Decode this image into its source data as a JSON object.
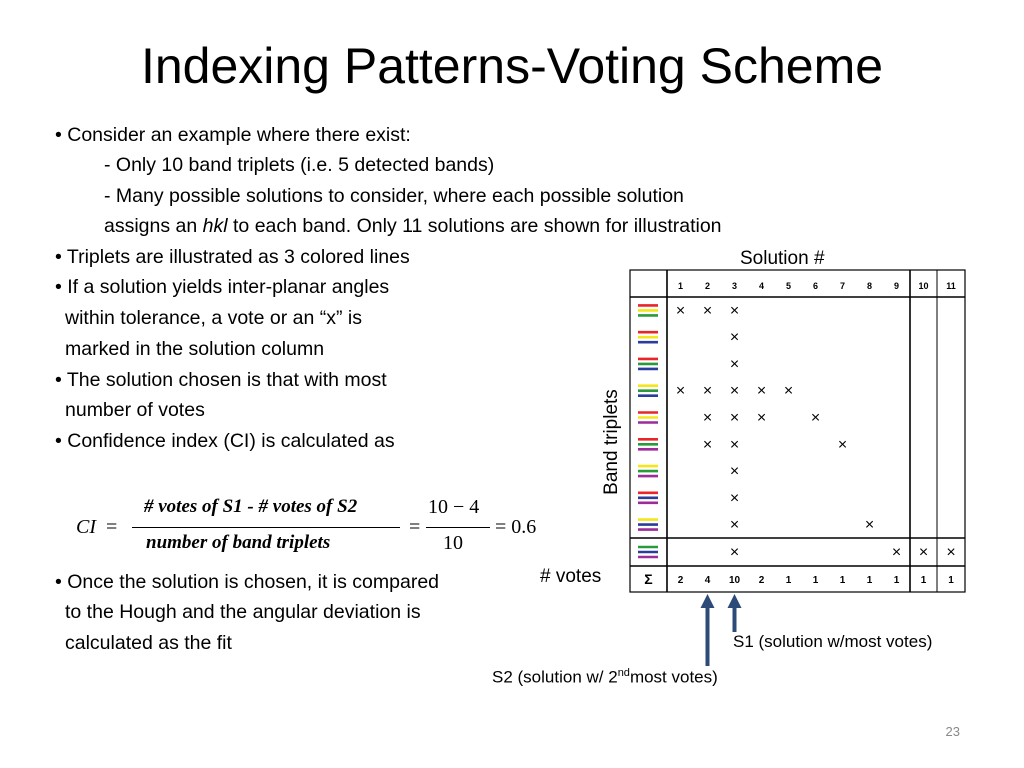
{
  "slide": {
    "title": "Indexing Patterns-Voting Scheme",
    "page_number": "23"
  },
  "bullets": {
    "b1": "• Consider an example where there exist:",
    "b1_sub1": "- Only 10 band triplets (i.e. 5 detected bands)",
    "b1_sub2": "- Many possible solutions to consider, where each possible solution",
    "b1_sub3_pre": "assigns an ",
    "b1_sub3_it": "hkl",
    "b1_sub3_post": " to each band. Only 11 solutions are shown for illustration",
    "b2": "• Triplets are illustrated as 3 colored lines",
    "b3_l1": "• If a solution yields inter-planar angles",
    "b3_l2": "within tolerance, a vote or an “x” is",
    "b3_l3": "marked in the solution column",
    "b4_l1": "• The solution chosen is that with most",
    "b4_l2": "number of votes",
    "b5": "• Confidence index (CI) is calculated as",
    "b6_l1": "• Once the solution is chosen, it is compared",
    "b6_l2": "to the Hough and the angular deviation is",
    "b6_l3": "calculated as the fit"
  },
  "formula": {
    "lhs": "CI",
    "eq": "=",
    "numerator": "# votes of  S1 - # votes of  S2",
    "denominator": "number of  band triplets",
    "num2": "10 − 4",
    "den2": "10",
    "result": "= 0.6"
  },
  "figure": {
    "solution_label": "Solution #",
    "band_triplets_label": "Band triplets",
    "votes_label": "# votes",
    "s1_label": "S1 (solution w/most votes)",
    "s2_pre": "S2 (solution w/ 2",
    "s2_sup": "nd",
    "s2_post": "most votes)",
    "sigma": "Σ",
    "column_headers": [
      "1",
      "2",
      "3",
      "4",
      "5",
      "6",
      "7",
      "8",
      "9",
      "10",
      "11"
    ],
    "vote_counts": [
      "2",
      "4",
      "10",
      "2",
      "1",
      "1",
      "1",
      "1",
      "1",
      "1",
      "1"
    ],
    "marks": [
      [
        1,
        1,
        1,
        0,
        0,
        0,
        0,
        0,
        0,
        0,
        0
      ],
      [
        0,
        0,
        1,
        0,
        0,
        0,
        0,
        0,
        0,
        0,
        0
      ],
      [
        0,
        0,
        1,
        0,
        0,
        0,
        0,
        0,
        0,
        0,
        0
      ],
      [
        1,
        1,
        1,
        1,
        1,
        0,
        0,
        0,
        0,
        0,
        0
      ],
      [
        0,
        1,
        1,
        1,
        0,
        1,
        0,
        0,
        0,
        0,
        0
      ],
      [
        0,
        1,
        1,
        0,
        0,
        0,
        1,
        0,
        0,
        0,
        0
      ],
      [
        0,
        0,
        1,
        0,
        0,
        0,
        0,
        0,
        0,
        0,
        0
      ],
      [
        0,
        0,
        1,
        0,
        0,
        0,
        0,
        0,
        0,
        0,
        0
      ],
      [
        0,
        0,
        1,
        0,
        0,
        0,
        0,
        1,
        0,
        0,
        0
      ],
      [
        0,
        0,
        1,
        0,
        0,
        0,
        0,
        0,
        1,
        1,
        1
      ]
    ],
    "mark_symbol": "×",
    "triplet_colors": [
      [
        "#e8262a",
        "#f5e51b",
        "#2b9a3b"
      ],
      [
        "#e8262a",
        "#f5e51b",
        "#2b3d9c"
      ],
      [
        "#e8262a",
        "#2b9a3b",
        "#2b3d9c"
      ],
      [
        "#f5e51b",
        "#2b9a3b",
        "#2b3d9c"
      ],
      [
        "#e8262a",
        "#f5e51b",
        "#9b2c9a"
      ],
      [
        "#e8262a",
        "#2b9a3b",
        "#9b2c9a"
      ],
      [
        "#f5e51b",
        "#2b9a3b",
        "#9b2c9a"
      ],
      [
        "#e8262a",
        "#2b3d9c",
        "#9b2c9a"
      ],
      [
        "#f5e51b",
        "#2b3d9c",
        "#9b2c9a"
      ],
      [
        "#2b9a3b",
        "#2b3d9c",
        "#9b2c9a"
      ]
    ],
    "arrow_color": "#2d4b78"
  }
}
